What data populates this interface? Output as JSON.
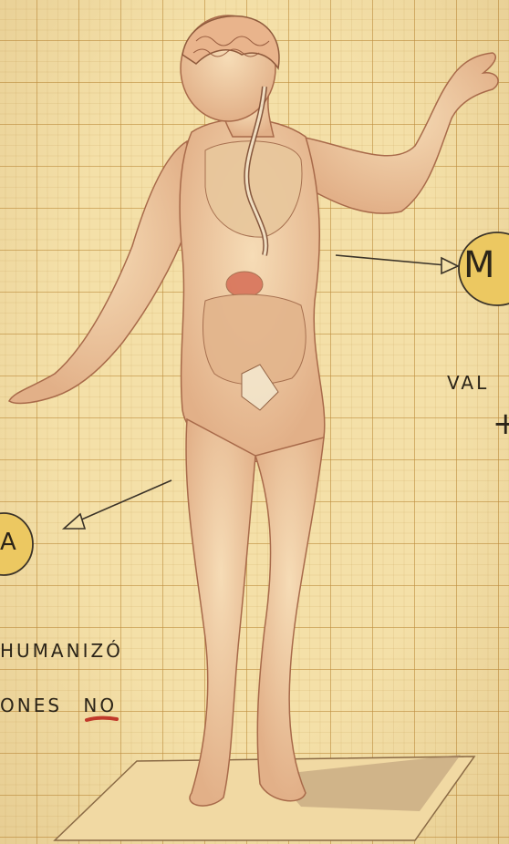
{
  "notes": {
    "bubble_right": "M",
    "bubble_left": "A",
    "right_line1": "VAL",
    "right_line2": "+",
    "left_line1": "HUMANIZÓ",
    "left_line2_prefix": "ONES",
    "left_line2_emphasis": "NO"
  },
  "colors": {
    "paper": "#f4e0a8",
    "bubble": "#ecc861",
    "ink": "#2b2418",
    "underline": "#c0392b",
    "figure": "#efc9a0",
    "figure_outline": "#a86a4a"
  }
}
